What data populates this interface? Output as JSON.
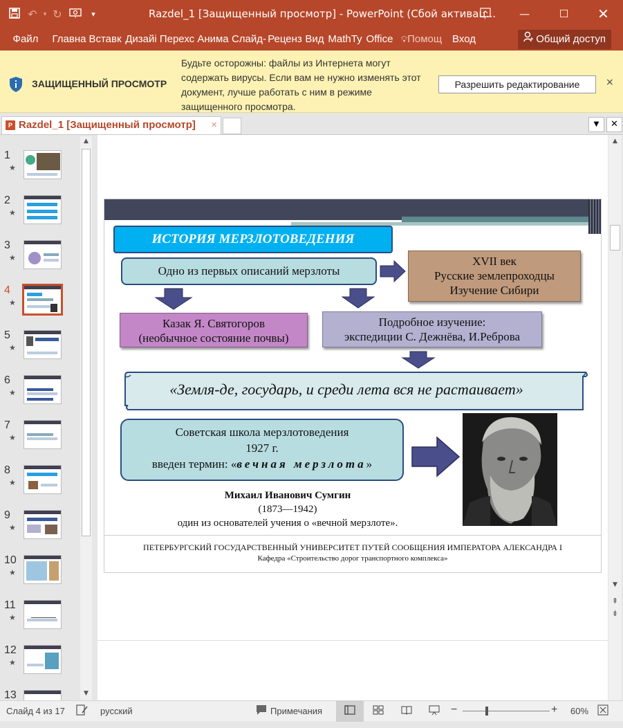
{
  "window": {
    "title": "Razdel_1 [Защищенный просмотр] - PowerPoint (Сбой активац...",
    "controls": [
      "restore-icon",
      "minimize-icon",
      "maximize-icon",
      "close-icon"
    ]
  },
  "ribbon": {
    "tabs": [
      "Файл",
      "Главна",
      "Вставк",
      "Дизайі",
      "Перехс",
      "Анима",
      "Слайд-",
      "Реценз",
      "Вид",
      "MathTy",
      "Office",
      "Помощ",
      "Вход"
    ],
    "share": "Общий доступ"
  },
  "protected_view": {
    "title": "ЗАЩИЩЕННЫЙ ПРОСМОТР",
    "message": "Будьте осторожны: файлы из Интернета могут содержать вирусы. Если вам не нужно изменять этот документ, лучше работать с ним в режиме защищенного просмотра.",
    "enable_button": "Разрешить редактирование",
    "close": "×"
  },
  "doc_tab": {
    "label": "Razdel_1 [Защищенный просмотр]",
    "close": "×",
    "icon_letter": "P"
  },
  "thumbnails": [
    {
      "num": "1",
      "star": "★"
    },
    {
      "num": "2",
      "star": "★"
    },
    {
      "num": "3",
      "star": "★"
    },
    {
      "num": "4",
      "star": "★"
    },
    {
      "num": "5",
      "star": "★"
    },
    {
      "num": "6",
      "star": "★"
    },
    {
      "num": "7",
      "star": "★"
    },
    {
      "num": "8",
      "star": "★"
    },
    {
      "num": "9",
      "star": "★"
    },
    {
      "num": "10",
      "star": "★"
    },
    {
      "num": "11",
      "star": "★"
    },
    {
      "num": "12",
      "star": "★"
    },
    {
      "num": "13",
      "star": ""
    }
  ],
  "active_slide": "4",
  "slide": {
    "header": "ИСТОРИЯ МЕРЗЛОТОВЕДЕНИЯ",
    "first": "Одно из первых описаний мерзлоты",
    "xvii": [
      "XVII век",
      "Русские землепроходцы",
      "Изучение Сибири"
    ],
    "kazak": [
      "Казак Я. Святогоров",
      "(необычное состояние почвы)"
    ],
    "podr": [
      "Подробное изучение:",
      "экспедиции С. Дежнёва, И.Реброва"
    ],
    "quote": "«Земля-де, государь, и среди лета вся не растаивает»",
    "soviet": [
      "Советская школа мерзлотоведения",
      "1927 г.",
      "введен термин: «",
      "вечная мерзлота",
      "»"
    ],
    "caption": [
      "Михаил Иванович Сумгин",
      "(1873—1942)",
      "один из основателей учения о «вечной мерзлоте»."
    ],
    "footer1": "ПЕТЕРБУРГСКИЙ ГОСУДАРСТВЕННЫЙ УНИВЕРСИТЕТ ПУТЕЙ СООБЩЕНИЯ ИМПЕРАТОРА АЛЕКСАНДРА I",
    "footer2": "Кафедра «Строительство дорог транспортного комплекса»"
  },
  "statusbar": {
    "slide_info": "Слайд 4 из 17",
    "language": "русский",
    "notes": "Примечания",
    "zoom_text": "60%",
    "zoom_value": 60
  }
}
